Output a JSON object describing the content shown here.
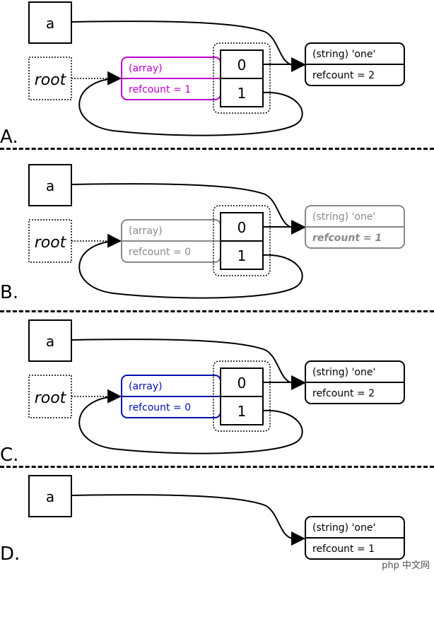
{
  "panels": [
    {
      "id": "A",
      "label": "A.",
      "has_root": true,
      "array_top": "(array)",
      "array_bottom": "refcount = 1",
      "array_color": "#c000d0",
      "array_bottom_style": "normal",
      "string_top": "(string) 'one'",
      "string_bottom": "refcount = 2",
      "string_color": "#000000",
      "string_bottom_style": "normal",
      "slot0": "0",
      "slot1": "1",
      "a_label": "a",
      "root_label": "root"
    },
    {
      "id": "B",
      "label": "B.",
      "has_root": true,
      "array_top": "(array)",
      "array_bottom": "refcount = 0",
      "array_color": "#888888",
      "array_bottom_style": "normal",
      "string_top": "(string) 'one'",
      "string_bottom": "refcount = 1",
      "string_color": "#888888",
      "string_bottom_style": "bolditalic",
      "slot0": "0",
      "slot1": "1",
      "a_label": "a",
      "root_label": "root"
    },
    {
      "id": "C",
      "label": "C.",
      "has_root": true,
      "array_top": "(array)",
      "array_bottom": "refcount = 0",
      "array_color": "#0010b0",
      "array_bottom_style": "normal",
      "string_top": "(string) 'one'",
      "string_bottom": "refcount = 2",
      "string_color": "#000000",
      "string_bottom_style": "normal",
      "slot0": "0",
      "slot1": "1",
      "a_label": "a",
      "root_label": "root"
    },
    {
      "id": "D",
      "label": "D.",
      "has_root": false,
      "string_top": "(string) 'one'",
      "string_bottom": "refcount = 1",
      "string_color": "#000000",
      "string_bottom_style": "normal",
      "a_label": "a"
    }
  ],
  "watermark": "php 中文网"
}
